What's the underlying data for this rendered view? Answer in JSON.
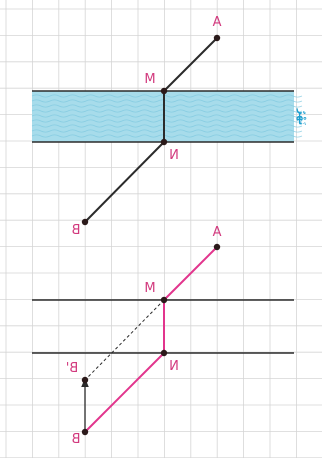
{
  "colors": {
    "background": "#ffffff",
    "grid": "#d5d5d5",
    "river_fill": "#a7dceb",
    "river_wave": "#7ec8df",
    "black_line": "#2b2b2b",
    "magenta_line": "#e2358d",
    "point": "#2b1a1a",
    "label": "#d23a7e",
    "river_label": "#1e9fcf"
  },
  "top_figure": {
    "river_label": "نَهْرٌ",
    "labels": {
      "A": "A",
      "M": "M",
      "N": "N",
      "B": "B"
    }
  },
  "bottom_figure": {
    "labels": {
      "A": "A",
      "M": "M",
      "N": "N",
      "B": "B",
      "B_prime": "B'"
    }
  }
}
